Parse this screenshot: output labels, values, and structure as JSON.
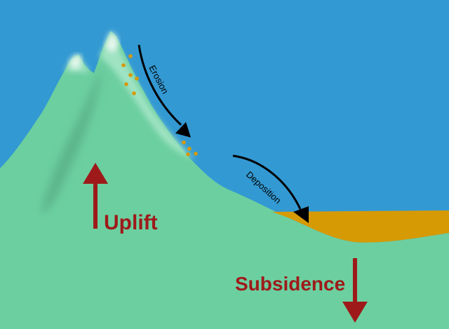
{
  "labels": {
    "uplift": "Uplift",
    "subsidence": "Subsidence",
    "erosion": "Erosion",
    "deposition": "Deposition"
  },
  "colors": {
    "sky": "#3399d3",
    "land": "#6ccfa0",
    "land_highlight": "#9fe3c3",
    "sediment": "#d69a05",
    "arrow_red": "#9e1a1a",
    "arrow_black": "#000000"
  }
}
